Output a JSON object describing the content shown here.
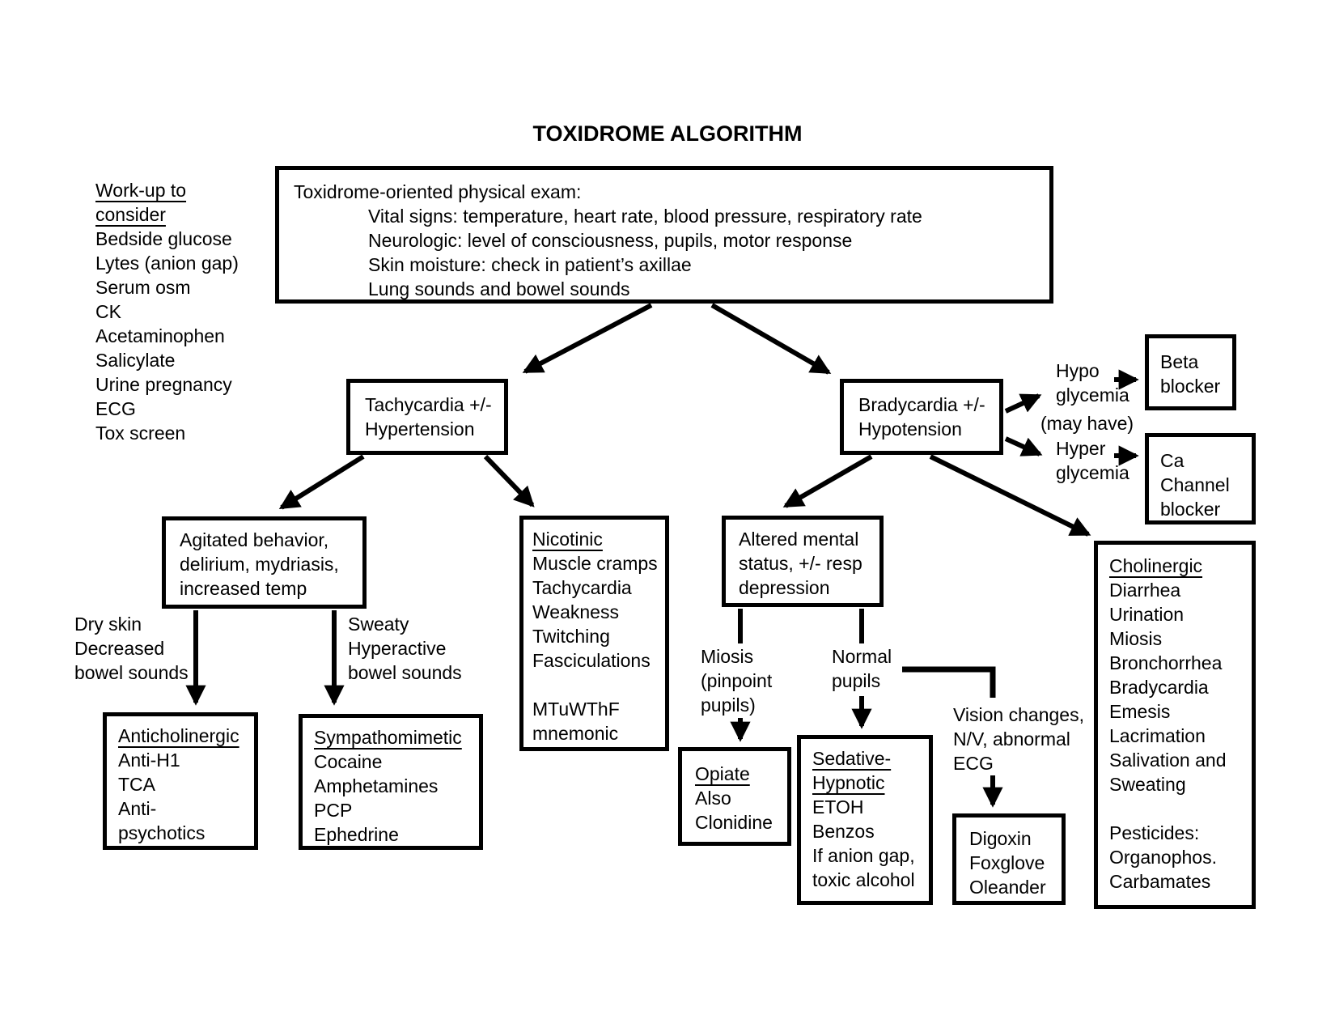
{
  "title": "TOXIDROME ALGORITHM",
  "workup": {
    "heading": [
      "Work-up to",
      "consider"
    ],
    "items": [
      "Bedside glucose",
      "Lytes (anion gap)",
      "Serum osm",
      "CK",
      "Acetaminophen",
      "Salicylate",
      "Urine pregnancy",
      "ECG",
      "Tox screen"
    ]
  },
  "exam_box": {
    "intro": "Toxidrome-oriented physical exam:",
    "items": [
      "Vital signs: temperature, heart rate, blood pressure, respiratory rate",
      "Neurologic: level of consciousness, pupils, motor response",
      "Skin moisture: check in patient’s axillae",
      "Lung sounds and bowel sounds"
    ]
  },
  "nodes": {
    "tachycardia": {
      "lines": [
        "Tachycardia +/-",
        "Hypertension"
      ]
    },
    "bradycardia": {
      "lines": [
        "Bradycardia +/-",
        "Hypotension"
      ]
    },
    "beta_blocker": {
      "lines": [
        "Beta",
        "blocker"
      ]
    },
    "ca_channel_blocker": {
      "lines": [
        "Ca",
        "Channel",
        "blocker"
      ]
    },
    "agitated": {
      "lines": [
        "Agitated behavior,",
        "delirium, mydriasis,",
        "increased temp"
      ]
    },
    "nicotinic": {
      "heading": "Nicotinic",
      "items": [
        "Muscle cramps",
        "Tachycardia",
        "Weakness",
        "Twitching",
        "Fasciculations",
        "",
        "MTuWThF",
        "mnemonic"
      ]
    },
    "altered": {
      "lines": [
        "Altered mental",
        "status, +/- resp",
        "depression"
      ]
    },
    "anticholinergic": {
      "heading": "Anticholinergic",
      "items": [
        "Anti-H1",
        "TCA",
        "Anti-",
        "psychotics"
      ]
    },
    "sympathomimetic": {
      "heading": "Sympathomimetic",
      "items": [
        "Cocaine",
        "Amphetamines",
        "PCP",
        "Ephedrine"
      ]
    },
    "opiate": {
      "heading": "Opiate",
      "items": [
        "Also",
        "Clonidine"
      ]
    },
    "sedative": {
      "heading1": "Sedative-",
      "heading2": "Hypnotic",
      "items": [
        "ETOH",
        "Benzos",
        "If anion gap,",
        "toxic alcohol"
      ]
    },
    "digoxin": {
      "lines": [
        "Digoxin",
        "Foxglove",
        "Oleander"
      ]
    },
    "cholinergic": {
      "heading": "Cholinergic",
      "items": [
        "Diarrhea",
        "Urination",
        "Miosis",
        "Bronchorrhea",
        "Bradycardia",
        "Emesis",
        "Lacrimation",
        "Salivation and",
        "Sweating",
        "",
        "Pesticides:",
        "Organophos.",
        "Carbamates"
      ]
    }
  },
  "labels": {
    "hypoglycemia": [
      "Hypo",
      "glycemia"
    ],
    "may_have": "(may have)",
    "hyperglycemia": [
      "Hyper",
      "glycemia"
    ],
    "dry_skin": [
      "Dry skin",
      "Decreased",
      "bowel sounds"
    ],
    "sweaty": [
      "Sweaty",
      "Hyperactive",
      "bowel sounds"
    ],
    "miosis": [
      "Miosis",
      "(pinpoint",
      "pupils)"
    ],
    "normal_pupils": [
      "Normal",
      "pupils"
    ],
    "vision_changes": [
      "Vision changes,",
      "N/V, abnormal",
      "ECG"
    ]
  },
  "colors": {
    "ink": "#000000",
    "background": "#ffffff"
  }
}
